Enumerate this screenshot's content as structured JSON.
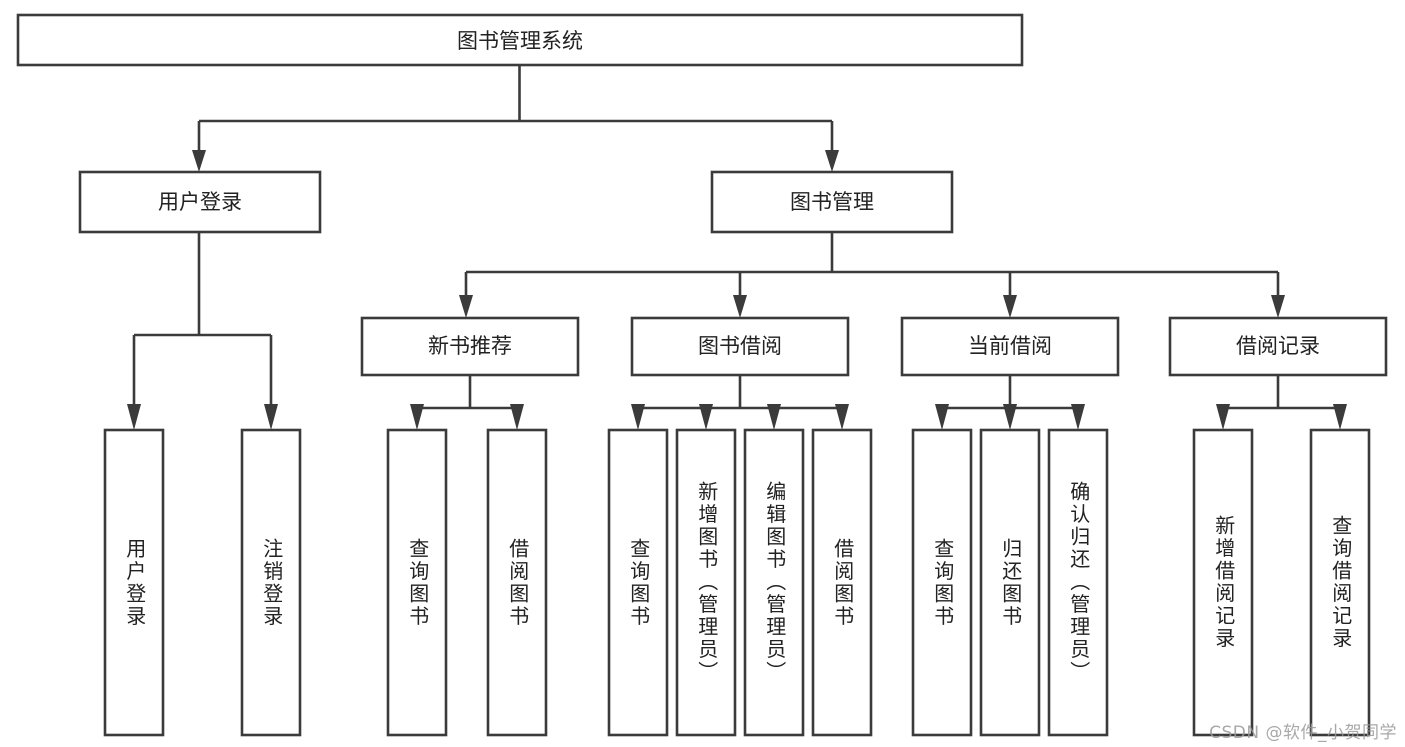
{
  "diagram": {
    "type": "tree-hierarchy",
    "title": "图书管理系统",
    "orientation": "top-down",
    "colors": {
      "box_stroke": "#3b3b3b",
      "box_fill": "#ffffff",
      "connector": "#3b3b3b",
      "text": "#222222",
      "watermark": "#9a9a9a",
      "background": "#ffffff"
    },
    "root": {
      "label": "图书管理系统"
    },
    "level2": [
      {
        "label": "用户登录"
      },
      {
        "label": "图书管理"
      }
    ],
    "level3": [
      {
        "label": "新书推荐"
      },
      {
        "label": "图书借阅"
      },
      {
        "label": "当前借阅"
      },
      {
        "label": "借阅记录"
      }
    ],
    "leaves": {
      "user_login": [
        {
          "label": "用户登录"
        },
        {
          "label": "注销登录"
        }
      ],
      "new_book_recommend": [
        {
          "label": "查询图书"
        },
        {
          "label": "借阅图书"
        }
      ],
      "book_borrow": [
        {
          "label": "查询图书"
        },
        {
          "label": "新增图书（管理员）"
        },
        {
          "label": "编辑图书（管理员）"
        },
        {
          "label": "借阅图书"
        }
      ],
      "current_borrow": [
        {
          "label": "查询图书"
        },
        {
          "label": "归还图书"
        },
        {
          "label": "确认归还（管理员）"
        }
      ],
      "borrow_records": [
        {
          "label": "新增借阅记录"
        },
        {
          "label": "查询借阅记录"
        }
      ]
    }
  },
  "watermark": {
    "text": "CSDN @软件_小贺同学"
  }
}
